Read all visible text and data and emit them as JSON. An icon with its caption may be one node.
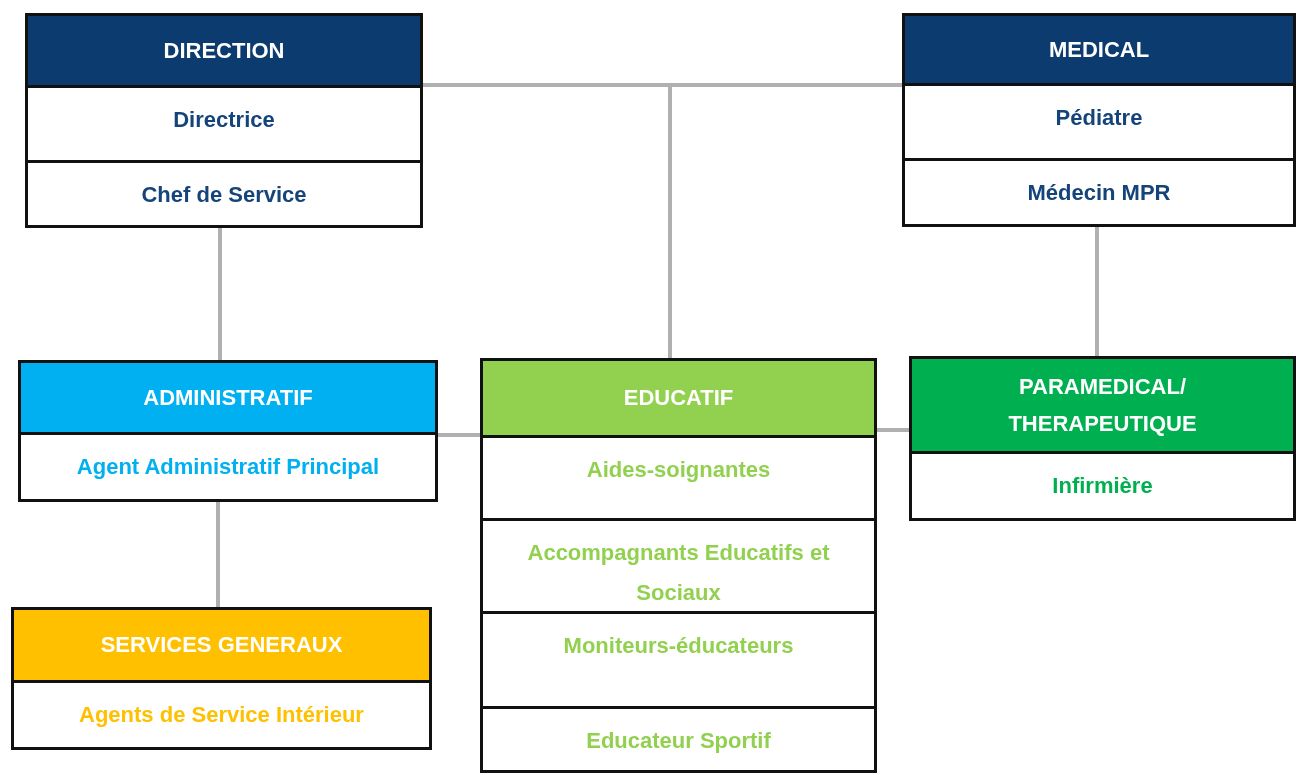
{
  "diagram": {
    "nodes": [
      {
        "text": [
          "DIRECTION"
        ]
      },
      {
        "text": [
          "Directrice"
        ],
        "in": 0
      },
      {
        "text": [
          "Chef de Service"
        ],
        "in": 0
      },
      {
        "text": [
          "MEDICAL"
        ]
      },
      {
        "text": [
          "Pédiatre"
        ],
        "in": 3
      },
      {
        "text": [
          "Médecin MPR"
        ],
        "in": 3
      },
      {
        "text": [
          "ADMINISTRATIF"
        ]
      },
      {
        "text": [
          "Agent Administratif Principal"
        ],
        "in": 6
      },
      {
        "text": [
          "EDUCATIF"
        ]
      },
      {
        "text": [
          "Aides-soignantes"
        ],
        "in": 8
      },
      {
        "text": [
          "Accompagnants Educatifs et Sociaux"
        ],
        "in": 8
      },
      {
        "text": [
          "Moniteurs-éducateurs"
        ],
        "in": 8
      },
      {
        "text": [
          "Educateur Sportif"
        ],
        "in": 8
      },
      {
        "text": [
          "PARAMEDICAL/ THERAPEUTIQUE"
        ]
      },
      {
        "text": [
          "Infirmière"
        ],
        "in": 13
      },
      {
        "text": [
          "SERVICES GENERAUX"
        ]
      },
      {
        "text": [
          "Agents de Service Intérieur"
        ],
        "in": 15
      }
    ],
    "edges": [
      {
        "from": 0,
        "to": 3,
        "arrow": "none"
      },
      {
        "from": 0,
        "to": 8,
        "arrow": "none"
      },
      {
        "from": 0,
        "to": 6,
        "arrow": "none"
      },
      {
        "from": 3,
        "to": 13,
        "arrow": "none"
      },
      {
        "from": 6,
        "to": 8,
        "arrow": "none"
      },
      {
        "from": 8,
        "to": 13,
        "arrow": "none"
      },
      {
        "from": 6,
        "to": 15,
        "arrow": "none"
      }
    ]
  }
}
